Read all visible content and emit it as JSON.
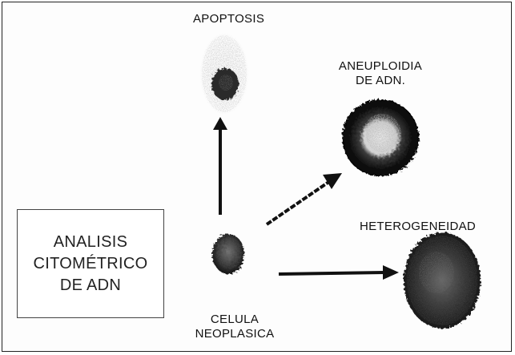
{
  "labels": {
    "apoptosis": "APOPTOSIS",
    "aneuploidia_line1": "ANEUPLOIDIA",
    "aneuploidia_line2": "DE ADN.",
    "heterogeneidad": "HETEROGENEIDAD",
    "celula_line1": "CELULA",
    "celula_line2": "NEOPLASICA"
  },
  "box": {
    "line1": "ANALISIS",
    "line2": "CITOMÉTRICO",
    "line3": "DE ADN"
  },
  "colors": {
    "ink": "#111111",
    "border": "#222222",
    "background": "#fdfdfd"
  }
}
